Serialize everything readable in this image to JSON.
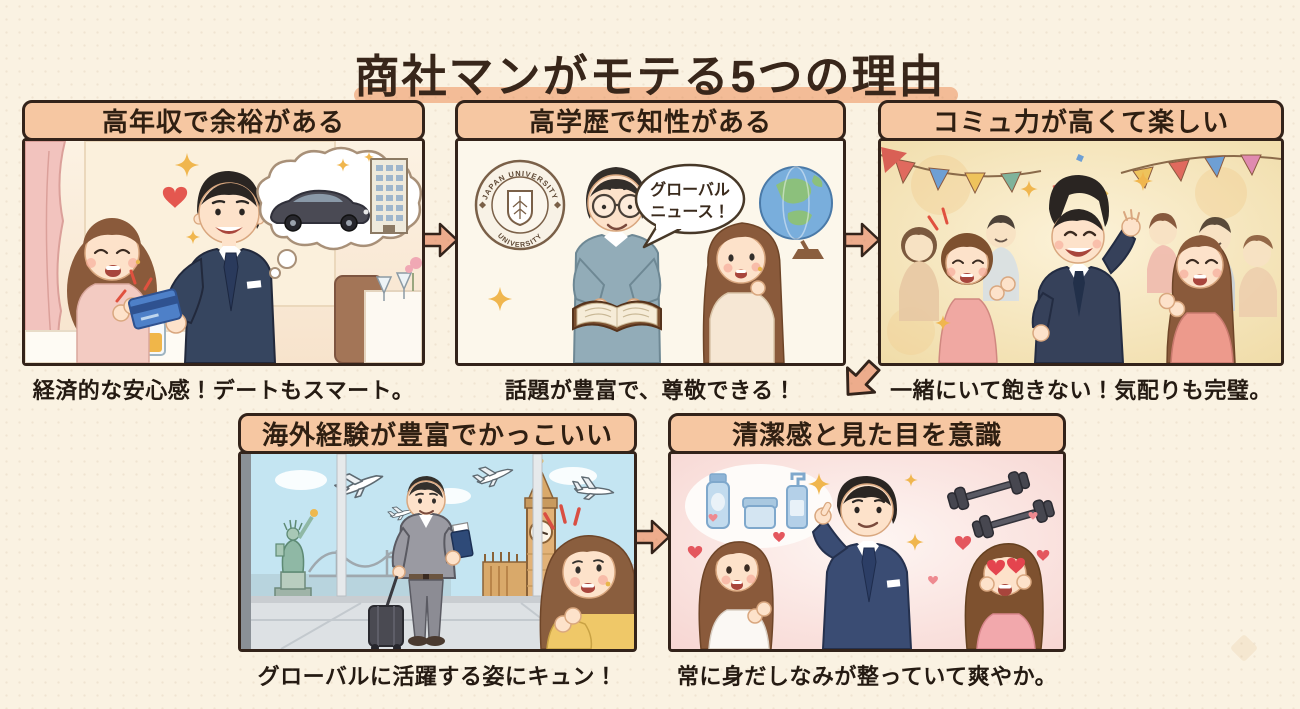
{
  "title": "商社マンがモテる5つの理由",
  "panels": [
    {
      "header": "高年収で余裕がある",
      "caption": "経済的な安心感！デートもスマート。"
    },
    {
      "header": "高学歴で知性がある",
      "caption": "話題が豊富で、尊敬できる！",
      "speech_bubble": {
        "line1": "グローバル",
        "line2": "ニュース！"
      },
      "university_seal": {
        "top_text": "JAPAN UNIVERSITY",
        "bottom_text": "UNIVERSITY"
      }
    },
    {
      "header": "コミュ力が高くて楽しい",
      "caption": "一緒にいて飽きない！気配りも完璧。"
    },
    {
      "header": "海外経験が豊富でかっこいい",
      "caption": "グローバルに活躍する姿にキュン！"
    },
    {
      "header": "清潔感と見た目を意識",
      "caption": "常に身だしなみが整っていて爽やか。"
    }
  ],
  "icons": {
    "arrow_right_icon": "➡",
    "arrow_down_left_icon": "⬋",
    "heart_icon": "❤",
    "sparkle_icon": "✦"
  },
  "colors": {
    "background": "#FAF2E2",
    "title_color": "#38261A",
    "title_underline": "#F3BC97",
    "panel_header_bg": "#F6C7A2",
    "panel_border": "#33231A",
    "arrow_fill": "#EDAC8C",
    "caption_color": "#241A12"
  }
}
